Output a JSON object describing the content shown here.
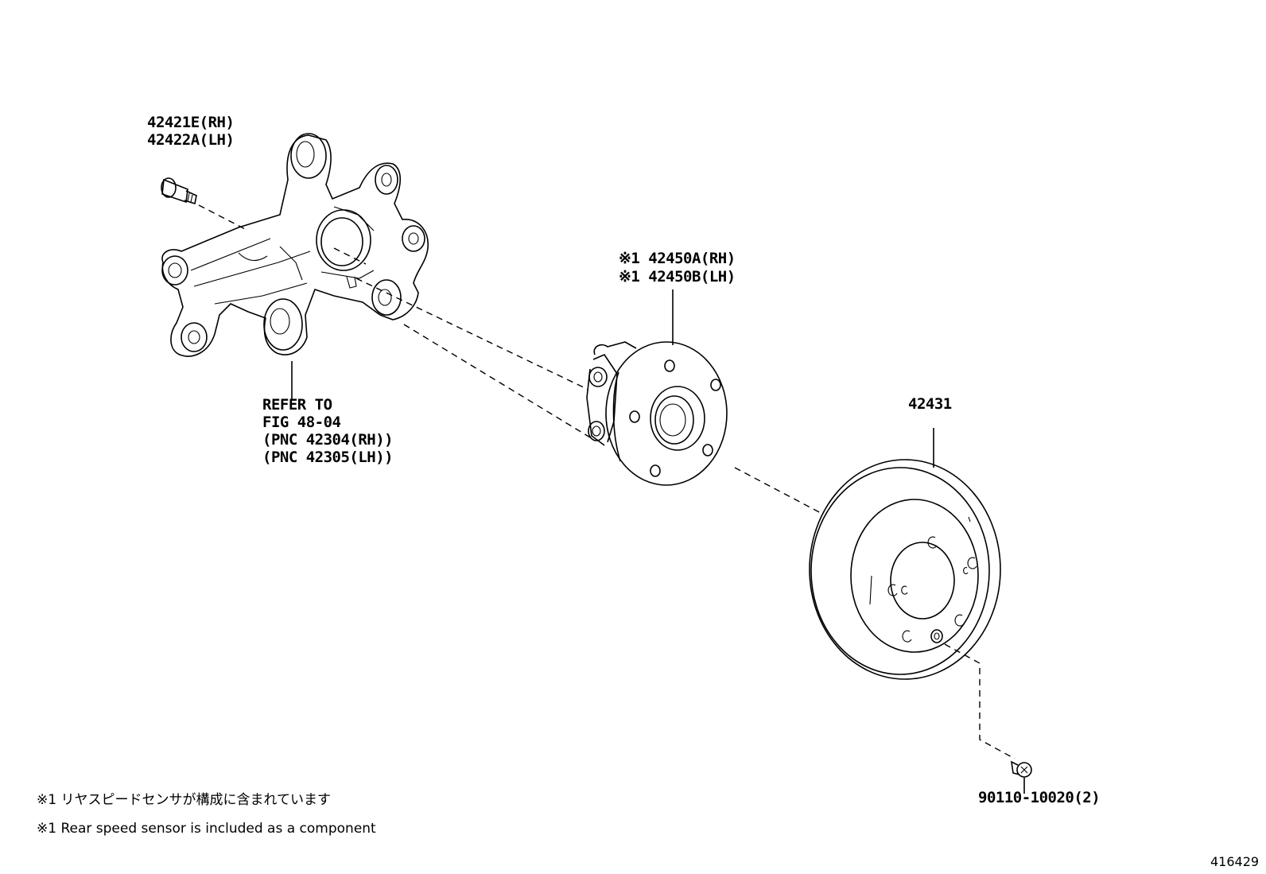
{
  "labels": {
    "bolt_rh": "42421E(RH)",
    "bolt_lh": "42422A(LH)",
    "refer_1": "REFER TO",
    "refer_2": "FIG 48-04",
    "refer_3": "(PNC 42304(RH))",
    "refer_4": "(PNC 42305(LH))",
    "hub_rh": "※1 42450A(RH)",
    "hub_lh": "※1 42450B(LH)",
    "disc": "42431",
    "screw": "90110-10020(2)"
  },
  "notes": {
    "japanese": "※1 リヤスピードセンサが構成に含まれています",
    "english": "※1 Rear speed sensor is included as a component"
  },
  "figure_id": "416429"
}
